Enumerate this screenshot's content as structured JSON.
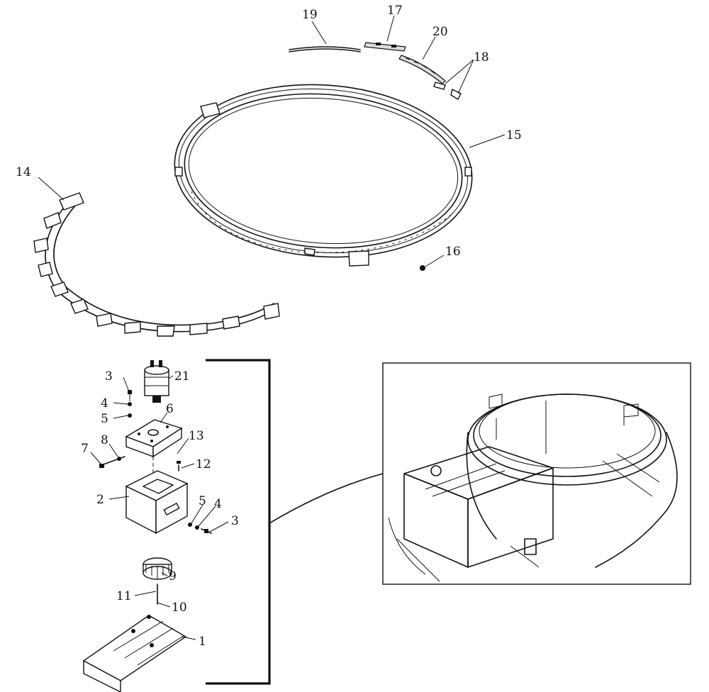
{
  "callouts": {
    "c1": "1",
    "c2": "2",
    "c3a": "3",
    "c3b": "3",
    "c4a": "4",
    "c4b": "4",
    "c5a": "5",
    "c5b": "5",
    "c6": "6",
    "c7": "7",
    "c8": "8",
    "c9": "9",
    "c10": "10",
    "c11": "11",
    "c12": "12",
    "c13": "13",
    "c14": "14",
    "c15": "15",
    "c16": "16",
    "c17": "17",
    "c18": "18",
    "c19": "19",
    "c20": "20",
    "c21": "21"
  },
  "colors": {
    "ink": "#111111",
    "paper": "#ffffff",
    "shade": "#dcdcdc"
  }
}
